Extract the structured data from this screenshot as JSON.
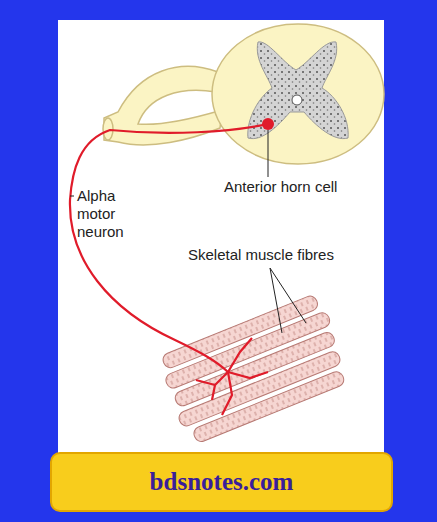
{
  "diagram": {
    "nodes": [
      {
        "text": [
          "bdsnotes.com"
        ]
      }
    ],
    "labels": [
      "Anterior horn cell",
      "Alpha motor neuron",
      "Skeletal muscle fibres"
    ]
  }
}
